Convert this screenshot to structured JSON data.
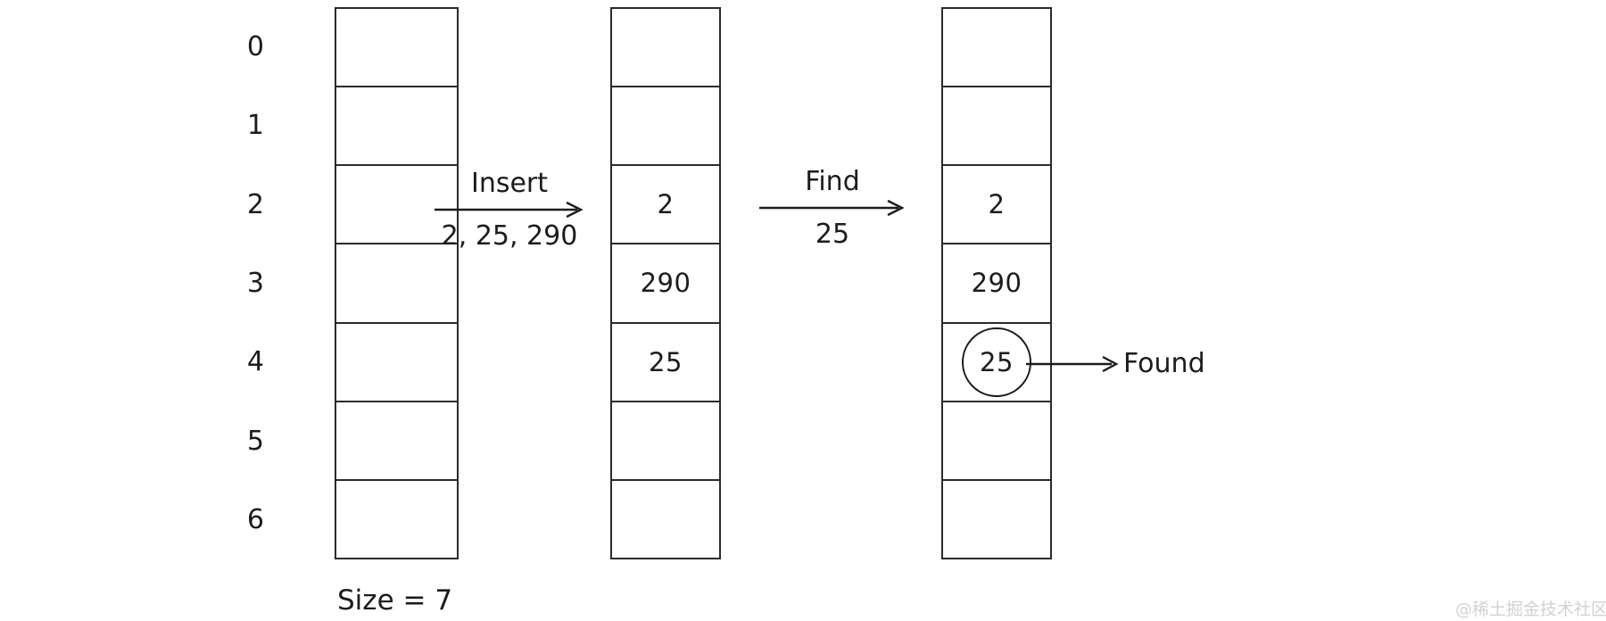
{
  "diagram": {
    "title_visible": false,
    "columns": [
      {
        "name": "initial-table",
        "indices": [
          "0",
          "1",
          "2",
          "3",
          "4",
          "5",
          "6"
        ],
        "cells": [
          "",
          "",
          "",
          "",
          "",
          "",
          ""
        ],
        "caption": "Size = 7"
      },
      {
        "name": "after-insert-table",
        "cells": [
          "",
          "",
          "2",
          "290",
          "25",
          "",
          ""
        ]
      },
      {
        "name": "after-find-table",
        "cells": [
          "",
          "",
          "2",
          "290",
          "25",
          "",
          ""
        ],
        "highlight_index": 4,
        "result_label": "Found"
      }
    ],
    "arrows": [
      {
        "name": "insert-arrow",
        "above": "Insert",
        "below": "2, 25, 290"
      },
      {
        "name": "find-arrow",
        "above": "Find",
        "below": "25"
      }
    ],
    "watermark": "@稀土掘金技术社区",
    "colors": {
      "stroke": "#2b2b2b",
      "text": "#1c1c1c",
      "background": "#ffffff",
      "watermark": "#d2d2d2"
    }
  }
}
